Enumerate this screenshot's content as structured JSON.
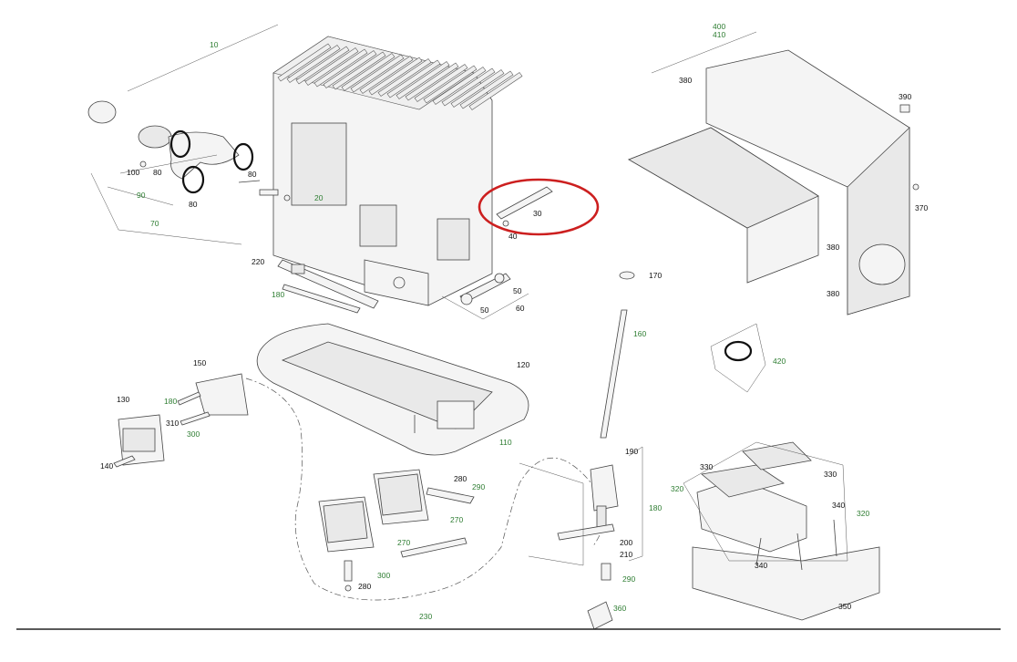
{
  "colors": {
    "black_label": "#111111",
    "green_label": "#2e7d32",
    "highlight_ellipse": "#cc1f1f"
  },
  "labels": {
    "l10": "10",
    "l20": "20",
    "l30": "30",
    "l40": "40",
    "l50a": "50",
    "l50b": "50",
    "l60": "60",
    "l70": "70",
    "l80a": "80",
    "l80b": "80",
    "l80c": "80",
    "l90": "90",
    "l100": "100",
    "l110": "110",
    "l120": "120",
    "l130": "130",
    "l140": "140",
    "l150": "150",
    "l160": "160",
    "l170": "170",
    "l180a": "180",
    "l180b": "180",
    "l180c": "180",
    "l190": "190",
    "l200": "200",
    "l210": "210",
    "l220": "220",
    "l230": "230",
    "l270a": "270",
    "l270b": "270",
    "l280a": "280",
    "l280b": "280",
    "l290a": "290",
    "l290b": "290",
    "l300a": "300",
    "l300b": "300",
    "l310": "310",
    "l320a": "320",
    "l320b": "320",
    "l330a": "330",
    "l330b": "330",
    "l340a": "340",
    "l340b": "340",
    "l350": "350",
    "l360": "360",
    "l370": "370",
    "l380a": "380",
    "l380b": "380",
    "l380c": "380",
    "l390": "390",
    "l400": "400",
    "l410": "410",
    "l420": "420"
  }
}
